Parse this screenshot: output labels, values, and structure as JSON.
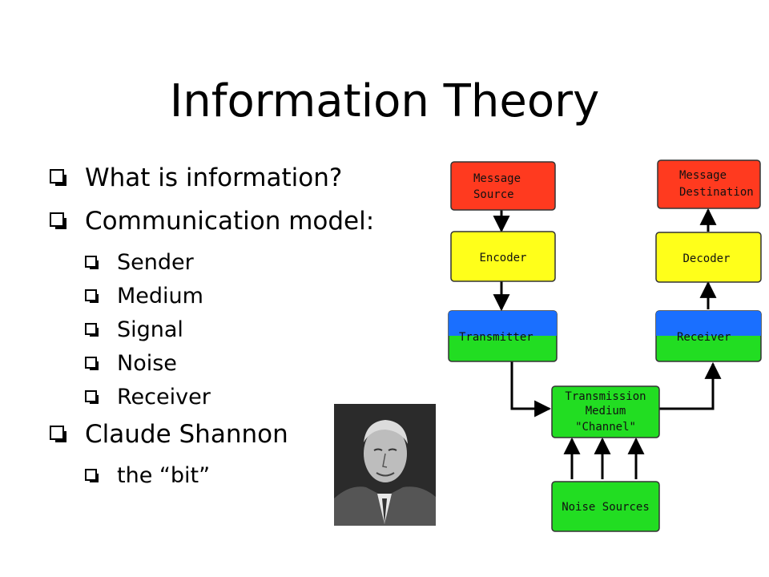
{
  "slide": {
    "title": "Information Theory",
    "bullets": [
      {
        "level": 1,
        "text": "What is information?"
      },
      {
        "level": 1,
        "text": "Communication model:"
      },
      {
        "level": 2,
        "text": "Sender"
      },
      {
        "level": 2,
        "text": "Medium"
      },
      {
        "level": 2,
        "text": "Signal"
      },
      {
        "level": 2,
        "text": "Noise"
      },
      {
        "level": 2,
        "text": "Receiver"
      },
      {
        "level": 1,
        "text": "Claude Shannon"
      },
      {
        "level": 2,
        "text": "the “bit”"
      }
    ]
  },
  "photo": {
    "subject": "portrait-photo"
  },
  "diagram": {
    "nodes": {
      "message_source": {
        "line1": "Message",
        "line2": "Source",
        "color": "#ff3a1f"
      },
      "encoder": {
        "label": "Encoder",
        "color": "#ffff1a"
      },
      "transmitter": {
        "label": "Transmitter",
        "top_color": "#1a6fff",
        "bottom_color": "#22dd22"
      },
      "channel": {
        "line1": "Transmission",
        "line2": "Medium",
        "line3": "\"Channel\"",
        "color": "#22dd22"
      },
      "noise_sources": {
        "label": "Noise Sources",
        "color": "#22dd22"
      },
      "receiver": {
        "label": "Receiver",
        "top_color": "#1a6fff",
        "bottom_color": "#22dd22"
      },
      "decoder": {
        "label": "Decoder",
        "color": "#ffff1a"
      },
      "message_destination": {
        "line1": "Message",
        "line2": "Destination",
        "color": "#ff3a1f"
      }
    }
  }
}
